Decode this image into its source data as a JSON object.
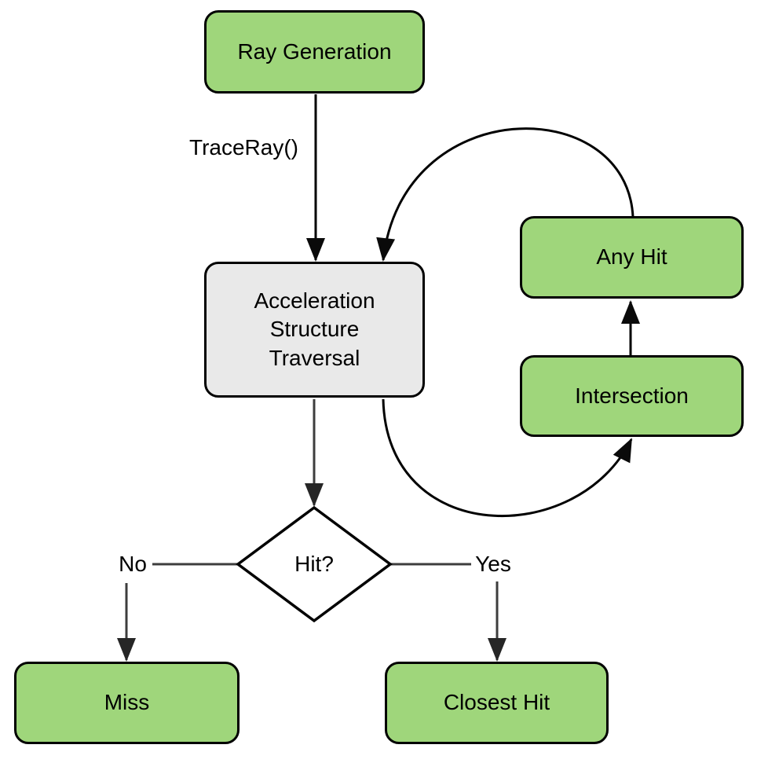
{
  "diagram": {
    "nodes": [
      {
        "id": "ray-generation",
        "label": "Ray Generation",
        "shape": "rounded-rect",
        "fill": "green"
      },
      {
        "id": "acceleration-structure-traversal",
        "label": "Acceleration\nStructure\nTraversal",
        "shape": "rounded-rect",
        "fill": "gray"
      },
      {
        "id": "any-hit",
        "label": "Any Hit",
        "shape": "rounded-rect",
        "fill": "green"
      },
      {
        "id": "intersection",
        "label": "Intersection",
        "shape": "rounded-rect",
        "fill": "green"
      },
      {
        "id": "hit-decision",
        "label": "Hit?",
        "shape": "diamond",
        "fill": "white"
      },
      {
        "id": "miss",
        "label": "Miss",
        "shape": "rounded-rect",
        "fill": "green"
      },
      {
        "id": "closest-hit",
        "label": "Closest Hit",
        "shape": "rounded-rect",
        "fill": "green"
      }
    ],
    "edges": [
      {
        "from": "ray-generation",
        "to": "acceleration-structure-traversal",
        "label": "TraceRay()"
      },
      {
        "from": "any-hit",
        "to": "acceleration-structure-traversal",
        "label": ""
      },
      {
        "from": "acceleration-structure-traversal",
        "to": "intersection",
        "label": ""
      },
      {
        "from": "intersection",
        "to": "any-hit",
        "label": ""
      },
      {
        "from": "acceleration-structure-traversal",
        "to": "hit-decision",
        "label": ""
      },
      {
        "from": "hit-decision",
        "to": "miss",
        "label": "No"
      },
      {
        "from": "hit-decision",
        "to": "closest-hit",
        "label": "Yes"
      }
    ],
    "colors": {
      "node_green": "#9FD67B",
      "node_gray": "#E9E9E9",
      "decision_white": "#FFFFFF",
      "border_black": "#000000",
      "connector_gray": "#3D3D3D",
      "background": "#FFFFFF"
    }
  }
}
